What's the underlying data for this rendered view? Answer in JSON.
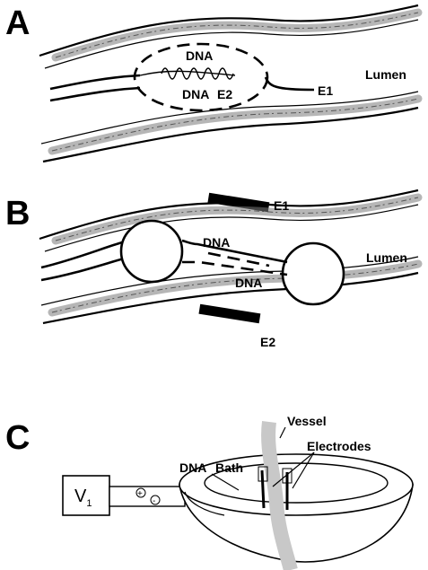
{
  "panels": {
    "a": {
      "letter": "A",
      "dna_top": "DNA",
      "dna_bottom": "DNA",
      "electrode_inner": "E2",
      "electrode_outer": "E1",
      "lumen": "Lumen"
    },
    "b": {
      "letter": "B",
      "electrode_top": "E1",
      "electrode_bottom": "E2",
      "dna_top": "DNA",
      "dna_bottom": "DNA",
      "lumen": "Lumen"
    },
    "c": {
      "letter": "C",
      "vessel": "Vessel",
      "electrodes": "Electrodes",
      "dna": "DNA",
      "bath": "Bath",
      "voltage_symbol": "V",
      "voltage_subscript": "1",
      "plus": "+",
      "minus": "-"
    }
  },
  "colors": {
    "ink": "#000000",
    "tissue": "#7a7a7a",
    "vessel_strip": "#c8c8c8"
  }
}
